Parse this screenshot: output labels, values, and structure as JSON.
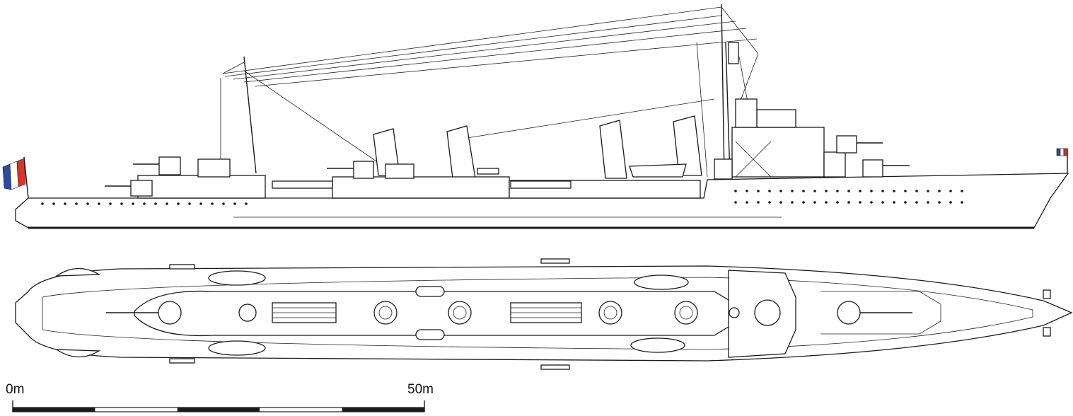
{
  "scale_bar": {
    "start_label": "0m",
    "end_label": "50m",
    "segments": 5
  },
  "colors": {
    "line": "#1a1a1a",
    "background": "#ffffff",
    "flag_blue": "#2b4aa0",
    "flag_white": "#ffffff",
    "flag_red": "#d9342b"
  }
}
